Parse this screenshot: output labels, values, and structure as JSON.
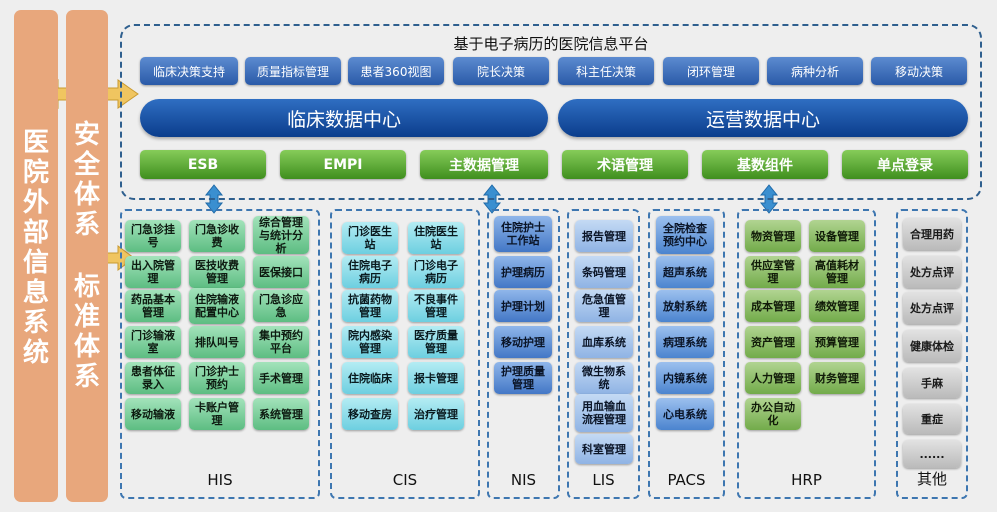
{
  "side": {
    "outer": "医院外部信息系统",
    "safety_top": "安全体系",
    "safety_bottom": "标准体系"
  },
  "platform": {
    "title": "基于电子病历的医院信息平台",
    "top_buttons": [
      "临床决策支持",
      "质量指标管理",
      "患者360视图",
      "院长决策",
      "科主任决策",
      "闭环管理",
      "病种分析",
      "移动决策"
    ],
    "centers": [
      "临床数据中心",
      "运营数据中心"
    ],
    "green_buttons": [
      "ESB",
      "EMPI",
      "主数据管理",
      "术语管理",
      "基数组件",
      "单点登录"
    ]
  },
  "groups": {
    "his": {
      "label": "HIS",
      "tiles": [
        "门急诊挂号",
        "门急诊收费",
        "综合管理与统计分析",
        "出入院管理",
        "医技收费管理",
        "医保接口",
        "药品基本管理",
        "住院输液配置中心",
        "门急诊应急",
        "门诊输液室",
        "排队叫号",
        "集中预约平台",
        "患者体征录入",
        "门诊护士预约",
        "手术管理",
        "移动输液",
        "卡账户管理",
        "系统管理"
      ]
    },
    "cis": {
      "label": "CIS",
      "tiles": [
        "门诊医生站",
        "住院医生站",
        "住院电子病历",
        "门诊电子病历",
        "抗菌药物管理",
        "不良事件管理",
        "院内感染管理",
        "医疗质量管理",
        "住院临床",
        "报卡管理",
        "移动查房",
        "治疗管理"
      ]
    },
    "nis": {
      "label": "NIS",
      "tiles": [
        "住院护士工作站",
        "护理病历",
        "护理计划",
        "移动护理",
        "护理质量管理"
      ]
    },
    "lis": {
      "label": "LIS",
      "tiles": [
        "报告管理",
        "条码管理",
        "危急值管理",
        "血库系统",
        "微生物系统",
        "用血输血流程管理",
        "科室管理"
      ]
    },
    "pacs": {
      "label": "PACS",
      "tiles": [
        "全院检查预约中心",
        "超声系统",
        "放射系统",
        "病理系统",
        "内镜系统",
        "心电系统"
      ]
    },
    "hrp": {
      "label": "HRP",
      "tiles": [
        "物资管理",
        "设备管理",
        "供应室管理",
        "高值耗材管理",
        "成本管理",
        "绩效管理",
        "资产管理",
        "预算管理",
        "人力管理",
        "财务管理",
        "办公自动化"
      ]
    },
    "other": {
      "label": "其他",
      "tiles": [
        "合理用药",
        "处方点评",
        "处方点评",
        "健康体检",
        "手麻",
        "重症",
        "......"
      ]
    }
  }
}
